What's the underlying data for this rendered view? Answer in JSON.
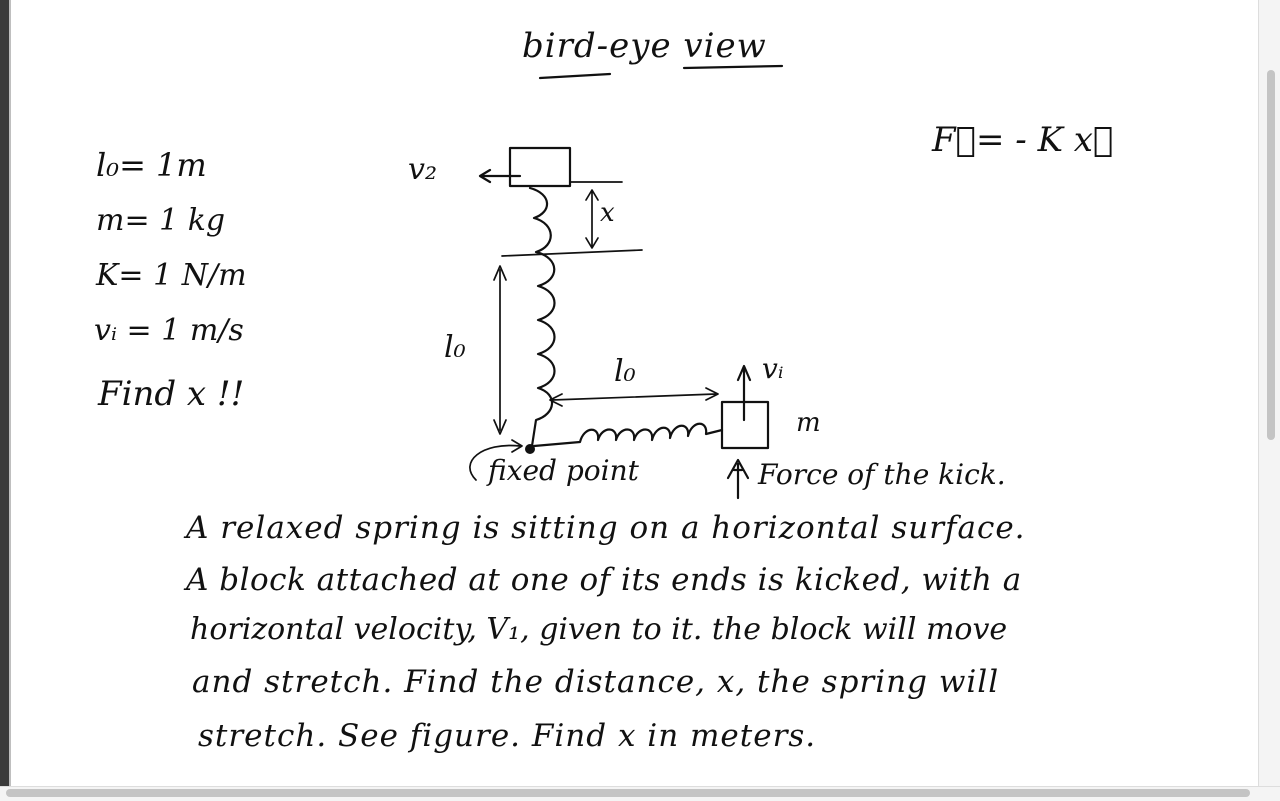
{
  "title": "bird-eye view",
  "givens": {
    "l0": "l₀= 1m",
    "m": "m= 1 kg",
    "k": "K= 1 N/m",
    "vi": "vᵢ = 1 m/s",
    "find": "Find x !!"
  },
  "formula": "F⃗= - K x⃗",
  "figure": {
    "v2_label": "v₂",
    "x_label": "x",
    "l0_vertical_label": "l₀",
    "l0_horizontal_label": "l₀",
    "vi_label": "vᵢ",
    "m_label": "m",
    "fixed_point_label": "fixed point",
    "kick_label": "Force of the kick."
  },
  "problem_lines": [
    "A relaxed spring is sitting on a horizontal surface.",
    "A block attached at one of its ends is kicked, with a",
    "horizontal velocity, V₁, given to it. the block will move",
    "and stretch. Find the distance, x, the spring will",
    "stretch. See figure. Find x in meters."
  ]
}
